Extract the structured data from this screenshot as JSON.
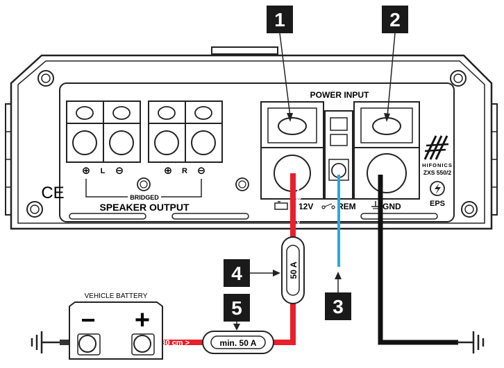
{
  "panel": {
    "power_input_label": "POWER INPUT",
    "bridged_label": "BRIDGED",
    "speaker_output_label": "SPEAKER OUTPUT",
    "left_channel": "L",
    "right_channel": "R",
    "plus_sign": "⊕",
    "minus_sign": "⊖",
    "ce_mark": "CE",
    "terminal_12v": "12V",
    "terminal_rem": "REM",
    "terminal_gnd": "GND",
    "brand_name": "HIFONICS",
    "model_name": "ZXS 550/2",
    "eps_label": "EPS"
  },
  "callouts": [
    "1",
    "2",
    "3",
    "4",
    "5"
  ],
  "battery": {
    "title": "VEHICLE BATTERY",
    "minus": "−",
    "plus": "+"
  },
  "wiring": {
    "cable_length_vertical": "< 30 cm >",
    "cable_length_horizontal": "< 30 cm >",
    "fuse_near_amp": "50 A",
    "fuse_main": "min. 50 A"
  },
  "colors": {
    "power_wire": "#e8202a",
    "remote_wire": "#29a8e0",
    "ground_wire": "#111111",
    "callout_box": "#1a1a1a"
  }
}
